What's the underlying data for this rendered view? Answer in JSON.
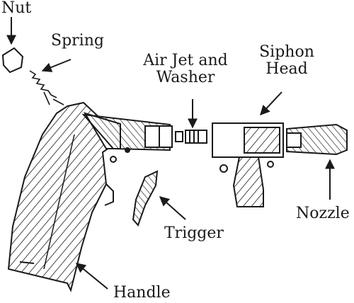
{
  "labels": {
    "nut": "Nut",
    "spring": "Spring",
    "air_jet_line1": "Air Jet and",
    "air_jet_line2": "Washer",
    "siphon_line1": "Siphon",
    "siphon_line2": "Head",
    "trigger": "Trigger",
    "nozzle": "Nozzle",
    "handle": "Handle"
  },
  "colors": {
    "ink": "#1a1a1a",
    "background": "#ffffff"
  }
}
